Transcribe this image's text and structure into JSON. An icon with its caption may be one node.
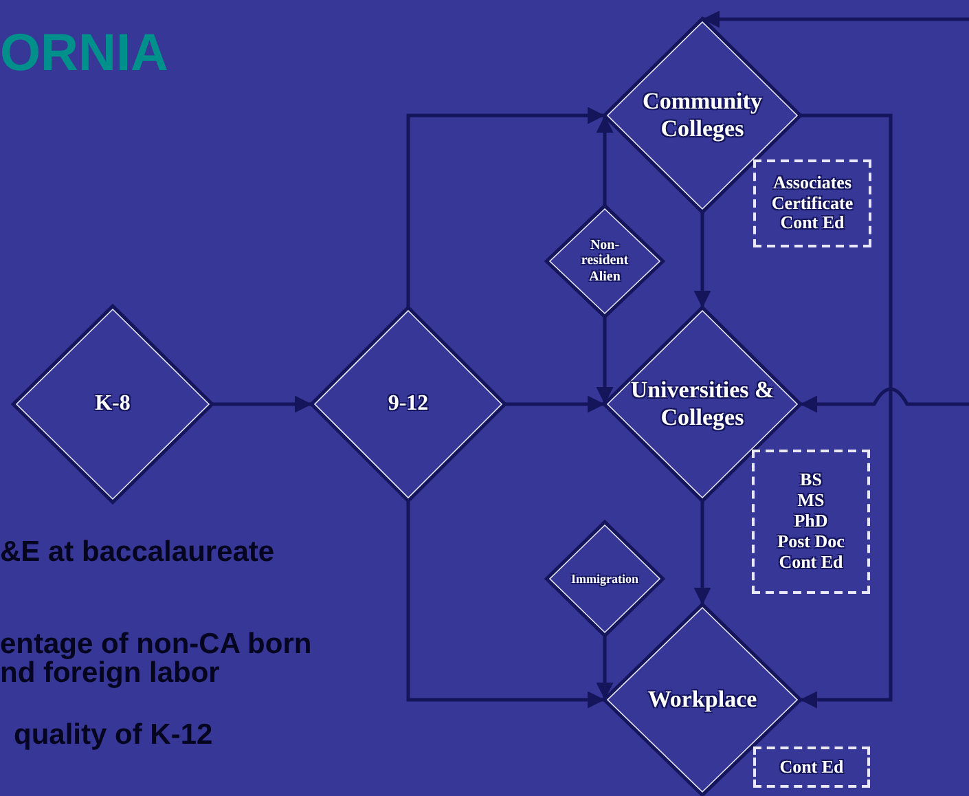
{
  "diagram": {
    "title": "ORNIA",
    "nodes": [
      {
        "text": [
          "K-8"
        ]
      },
      {
        "text": [
          "9-12"
        ]
      },
      {
        "text": [
          "Community Colleges"
        ]
      },
      {
        "text": [
          "Associates",
          "Certificate",
          "Cont Ed"
        ]
      },
      {
        "text": [
          "Non-resident Alien"
        ]
      },
      {
        "text": [
          "Universities & Colleges"
        ]
      },
      {
        "text": [
          "BS",
          "MS",
          "PhD",
          "Post Doc",
          "Cont Ed"
        ]
      },
      {
        "text": [
          "Immigration"
        ]
      },
      {
        "text": [
          "Workplace"
        ]
      },
      {
        "text": [
          "Cont Ed"
        ]
      }
    ],
    "edges": [
      {
        "from": 0,
        "to": 1,
        "arrow": "to"
      },
      {
        "from": 1,
        "to": 2,
        "arrow": "to"
      },
      {
        "from": 1,
        "to": 5,
        "arrow": "to"
      },
      {
        "from": 1,
        "to": 8,
        "arrow": "to"
      },
      {
        "from": 4,
        "to": 2,
        "arrow": "to"
      },
      {
        "from": 4,
        "to": 5,
        "arrow": "to"
      },
      {
        "from": 2,
        "to": 5,
        "arrow": "to"
      },
      {
        "from": 5,
        "to": 8,
        "arrow": "to"
      },
      {
        "from": 7,
        "to": 8,
        "arrow": "to"
      },
      {
        "from": 2,
        "to": 8,
        "arrow": "to"
      },
      {
        "from": null,
        "to": 5,
        "arrow": "to"
      },
      {
        "from": null,
        "to": 2,
        "arrow": "to"
      }
    ],
    "labels": [
      "&E at baccalaureate",
      "entage of non-CA born nd foreign labor",
      "quality of K-12"
    ]
  }
}
